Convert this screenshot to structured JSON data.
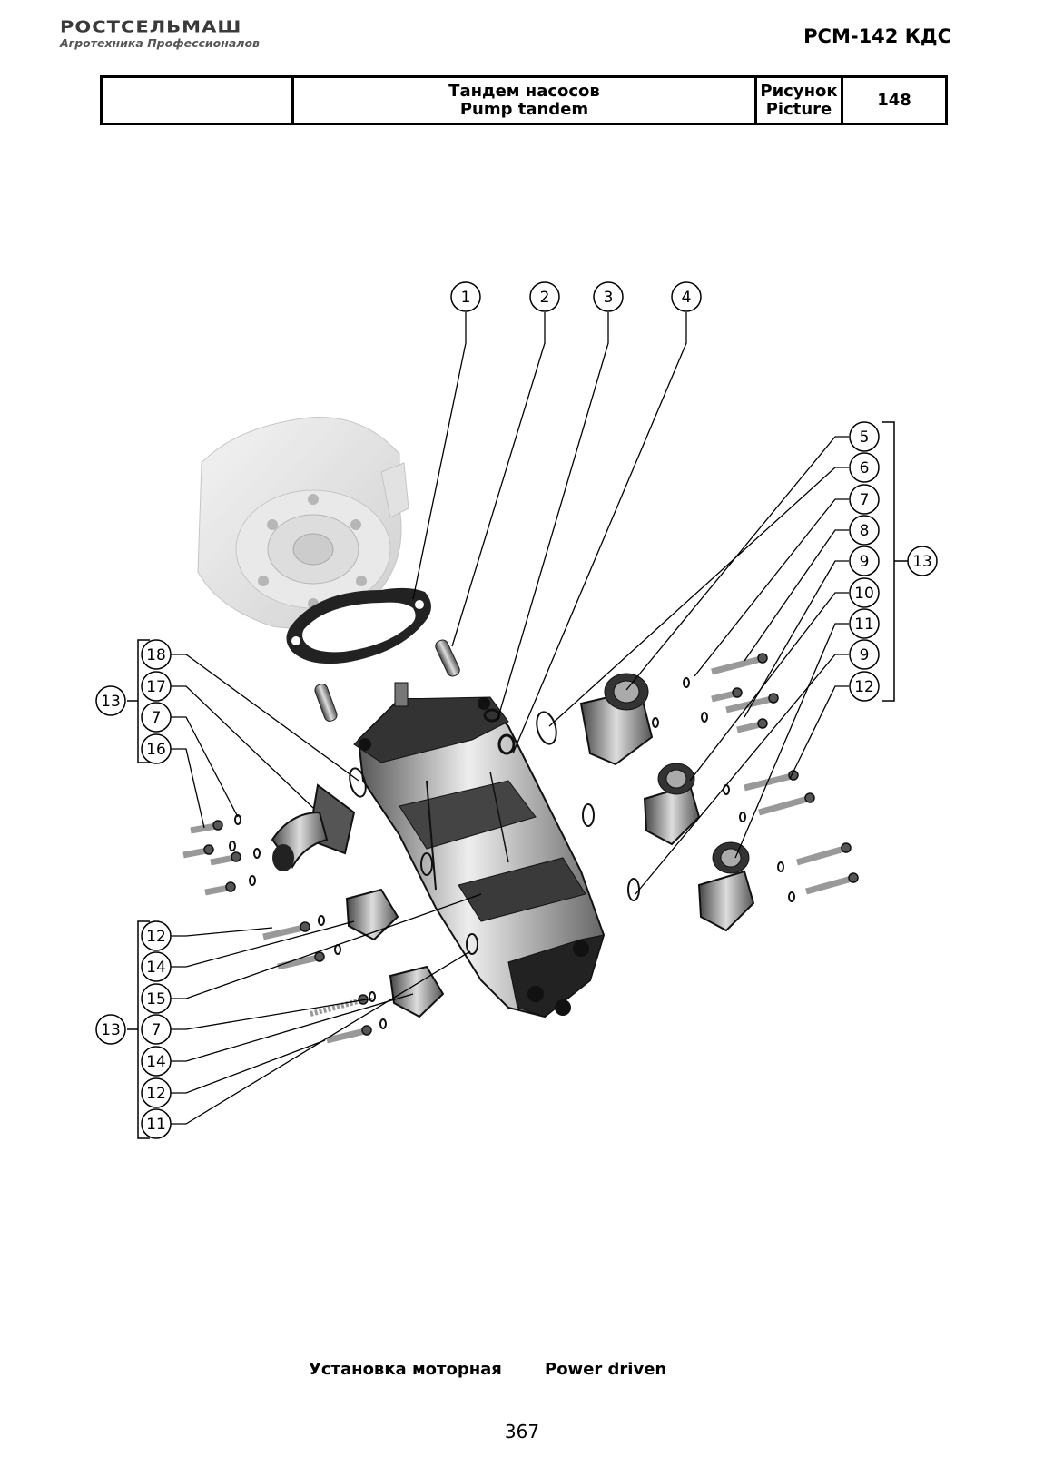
{
  "header": {
    "logo_text": "РОСТСЕЛЬМАШ",
    "logo_tagline": "Агротехника Профессионалов",
    "model": "РСМ-142 КДС"
  },
  "title_block": {
    "name_ru": "Тандем насосов",
    "name_en": "Pump tandem",
    "picture_label_ru": "Рисунок",
    "picture_label_en": "Picture",
    "picture_number": "148"
  },
  "callouts": {
    "top": [
      "1",
      "2",
      "3",
      "4"
    ],
    "right_group": [
      "5",
      "6",
      "7",
      "8",
      "9",
      "10",
      "11",
      "9",
      "12"
    ],
    "right_group_label": "13",
    "left_upper_group": [
      "18",
      "17",
      "7",
      "16"
    ],
    "left_upper_group_label": "13",
    "left_lower_group": [
      "12",
      "14",
      "15",
      "7",
      "14",
      "12",
      "11"
    ],
    "left_lower_group_label": "13"
  },
  "footer": {
    "caption_ru": "Установка моторная",
    "caption_en": "Power driven",
    "page_number": "367"
  }
}
